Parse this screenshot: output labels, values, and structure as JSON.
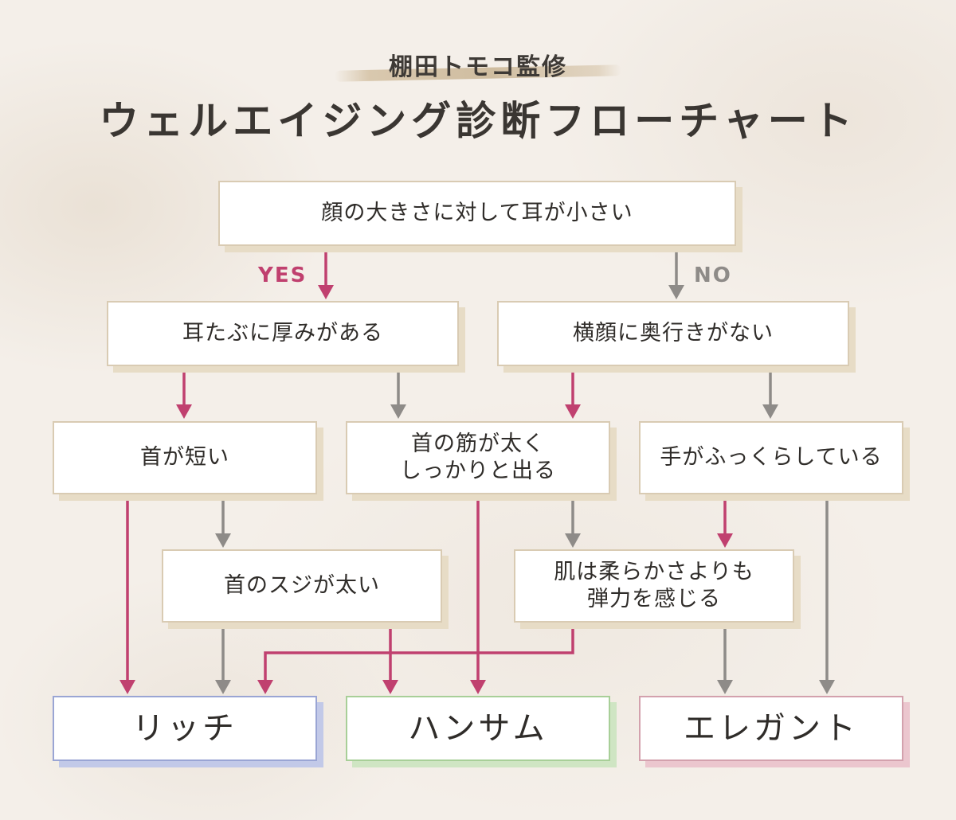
{
  "header": {
    "subtitle": "棚田トモコ監修",
    "title": "ウェルエイジング診断フローチャート"
  },
  "labels": {
    "yes": "YES",
    "no": "NO"
  },
  "questions": {
    "q1": "顔の大きさに対して耳が小さい",
    "q2": "耳たぶに厚みがある",
    "q3": "横顔に奥行きがない",
    "q4": "首が短い",
    "q5": "首の筋が太く\nしっかりと出る",
    "q6": "手がふっくらしている",
    "q7": "首のスジが太い",
    "q8": "肌は柔らかさよりも\n弾力を感じる"
  },
  "results": {
    "rich": "リッチ",
    "handsome": "ハンサム",
    "elegant": "エレガント"
  },
  "colors": {
    "yes": "#c0406f",
    "no": "#8e8b88",
    "rich": "#9aa5d4",
    "handsome": "#a8cf98",
    "elegant": "#d3a1ad"
  }
}
